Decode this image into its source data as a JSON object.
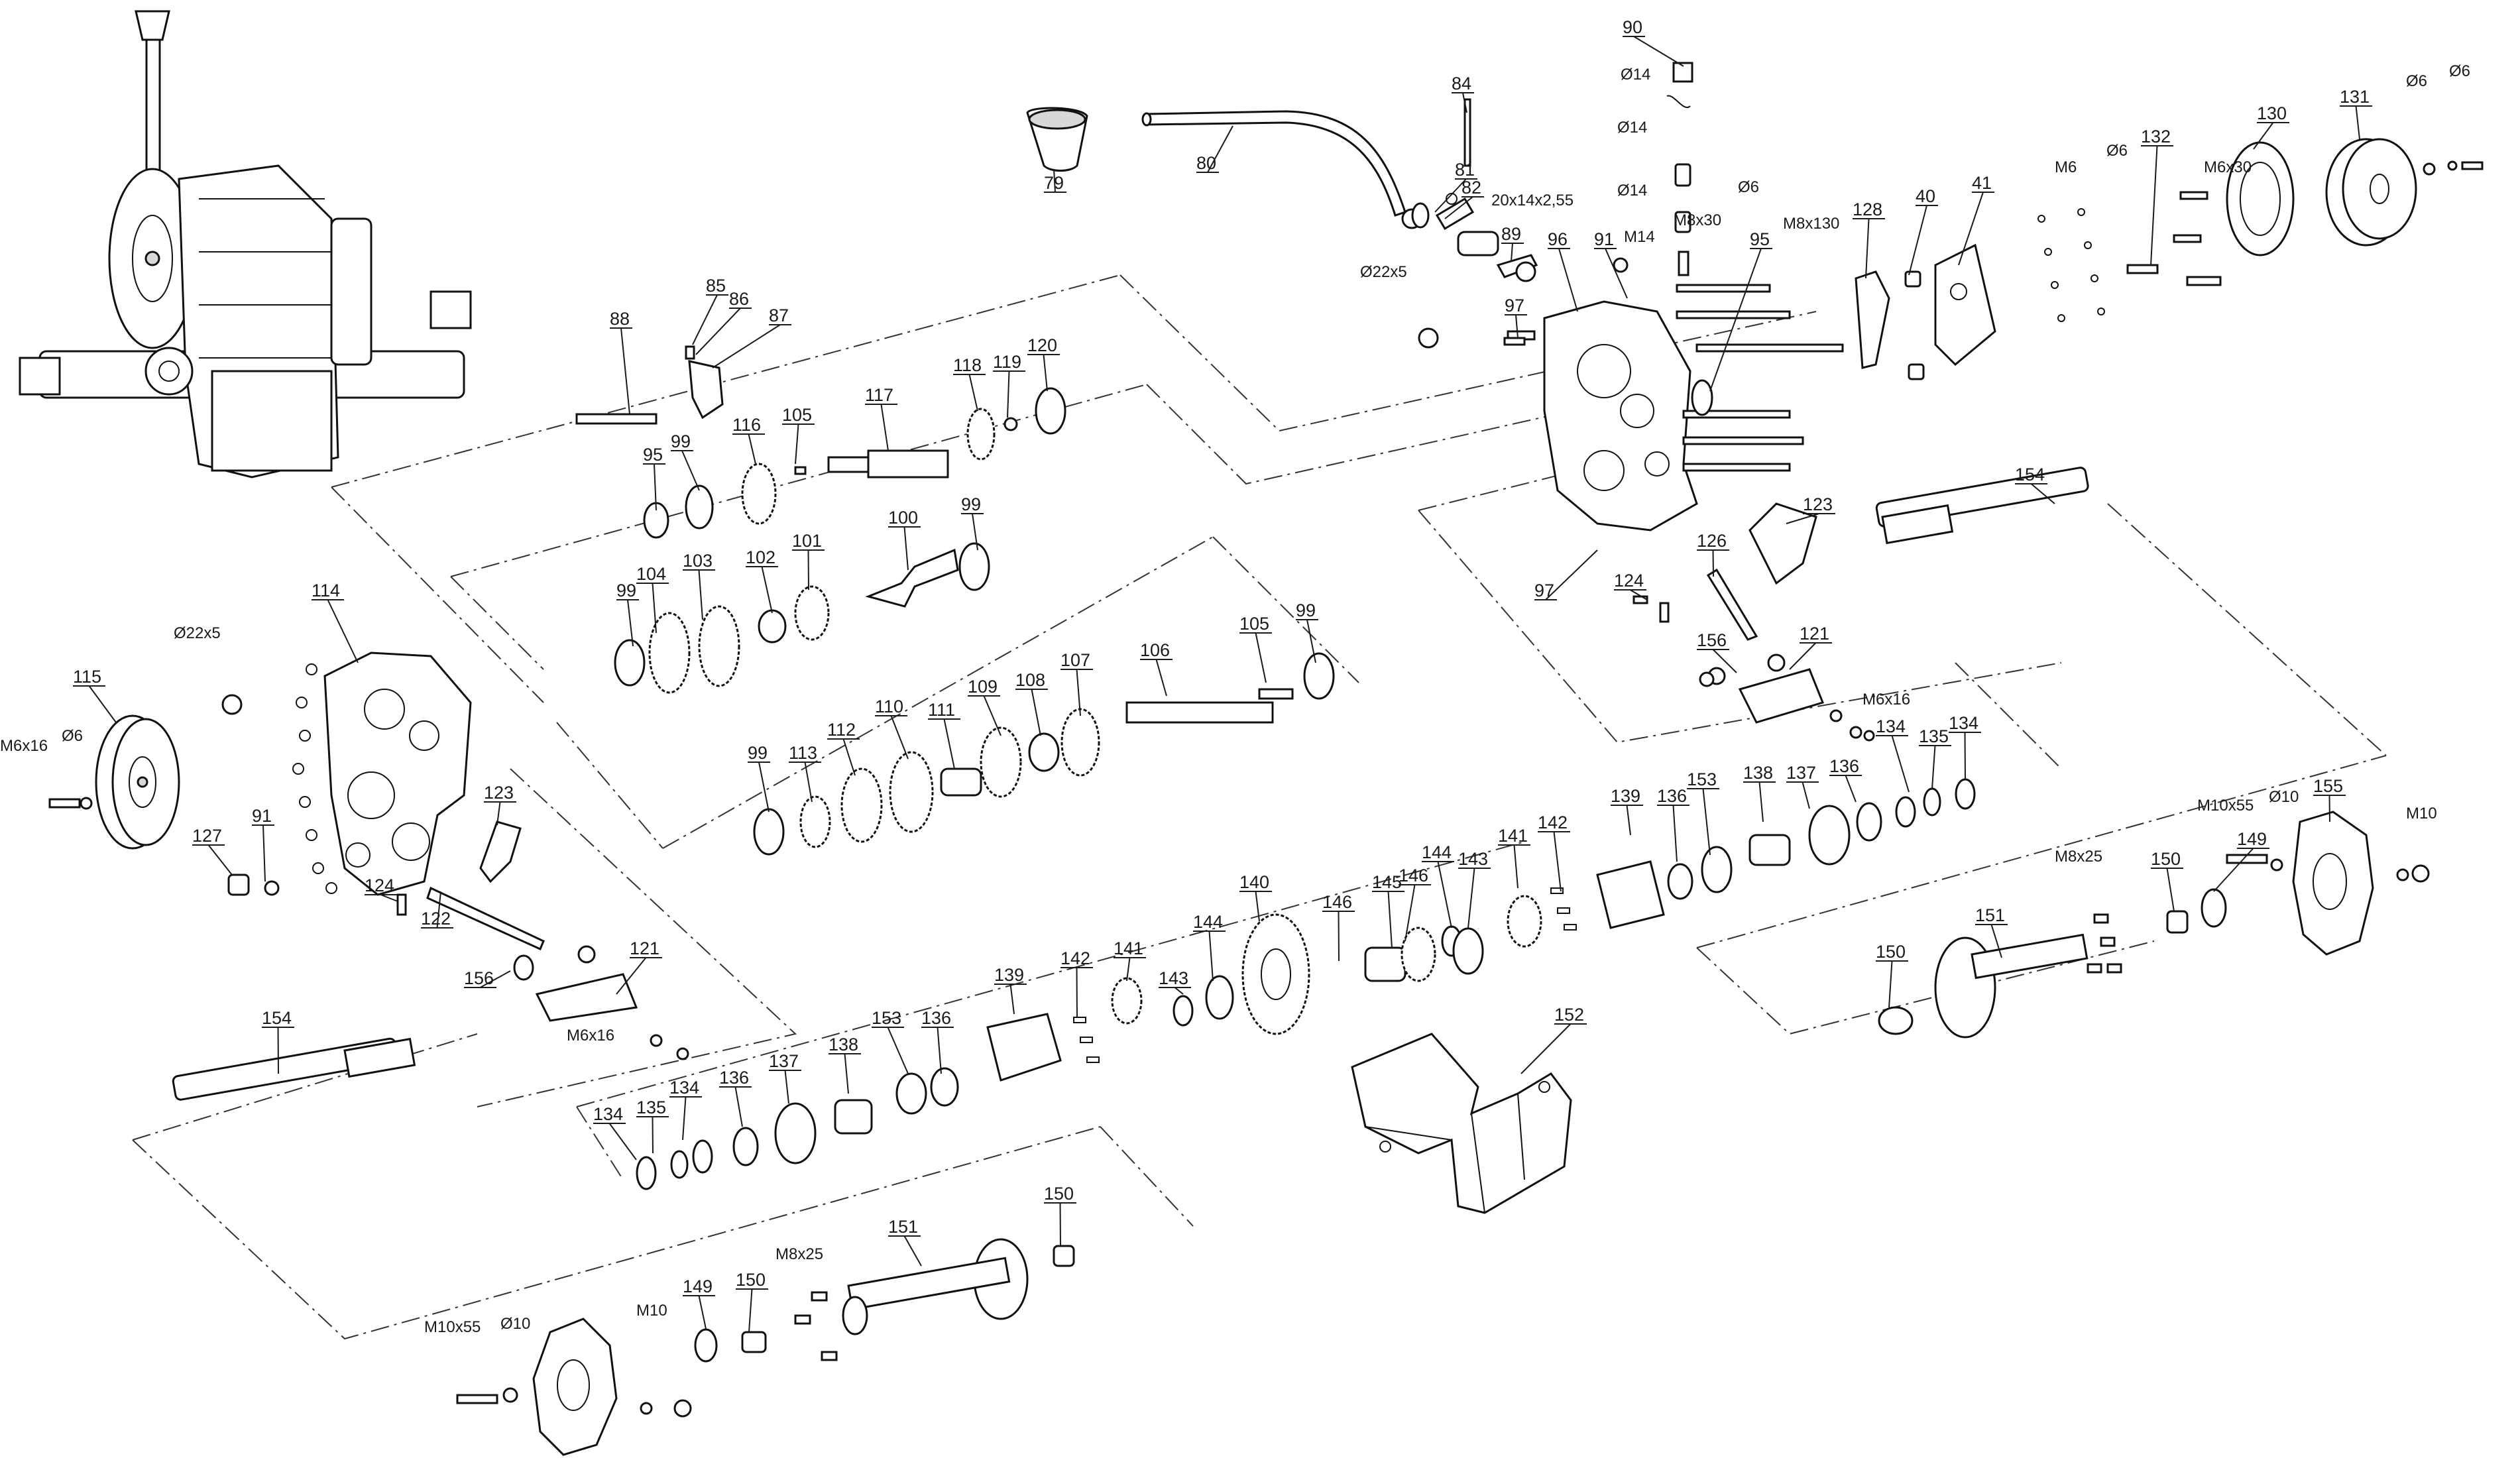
{
  "diagram": {
    "type": "exploded-parts-diagram",
    "part_labels": [
      "79",
      "80",
      "81",
      "82",
      "84",
      "85",
      "86",
      "87",
      "88",
      "89",
      "90",
      "91",
      "95",
      "96",
      "97",
      "99",
      "100",
      "101",
      "102",
      "103",
      "104",
      "105",
      "106",
      "107",
      "108",
      "109",
      "110",
      "111",
      "112",
      "113",
      "114",
      "115",
      "116",
      "117",
      "118",
      "119",
      "120",
      "121",
      "122",
      "123",
      "124",
      "126",
      "127",
      "128",
      "130",
      "131",
      "132",
      "134",
      "135",
      "136",
      "137",
      "138",
      "139",
      "140",
      "141",
      "142",
      "143",
      "144",
      "145",
      "146",
      "149",
      "150",
      "151",
      "152",
      "153",
      "154",
      "155",
      "156",
      "40",
      "41"
    ],
    "spec_labels": [
      "Ø14",
      "Ø6",
      "Ø10",
      "Ø22x5",
      "M6",
      "M6x16",
      "M6x30",
      "M8x25",
      "M8x30",
      "M8x130",
      "M10",
      "M10x55",
      "M14",
      "20x14x2,55"
    ]
  }
}
